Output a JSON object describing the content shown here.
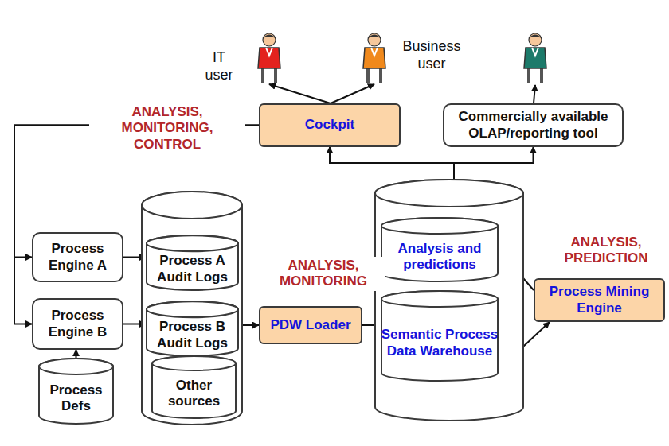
{
  "diagram": {
    "nodes": [
      {
        "text": [
          "IT user"
        ]
      },
      {
        "text": [
          "Business user"
        ]
      },
      {
        "text": [
          "Cockpit"
        ]
      },
      {
        "text": [
          "Commercially available OLAP/reporting tool"
        ]
      },
      {
        "text": [
          "Process Engine A"
        ]
      },
      {
        "text": [
          "Process Engine B"
        ]
      },
      {
        "text": [
          "Process Defs"
        ]
      },
      {
        "text": []
      },
      {
        "text": [
          "Process A Audit Logs"
        ],
        "in": 7
      },
      {
        "text": [
          "Process B Audit Logs"
        ],
        "in": 7
      },
      {
        "text": [
          "Other sources"
        ],
        "in": 7
      },
      {
        "text": [
          "PDW Loader"
        ]
      },
      {
        "text": []
      },
      {
        "text": [
          "Analysis and predictions"
        ],
        "in": 12
      },
      {
        "text": [
          "Semantic Process Data Warehouse"
        ],
        "in": 12
      },
      {
        "text": [
          "Process Mining Engine"
        ]
      }
    ],
    "edges": [
      {
        "from": 2,
        "to": 0,
        "arrow": "to"
      },
      {
        "from": 2,
        "to": 1,
        "arrow": "to"
      },
      {
        "from": 12,
        "to": 2,
        "arrow": "to"
      },
      {
        "from": 12,
        "to": 3,
        "arrow": "to"
      },
      {
        "from": 2,
        "to": 4,
        "arrow": "to"
      },
      {
        "from": 2,
        "to": 5,
        "arrow": "to"
      },
      {
        "from": 4,
        "to": 8,
        "arrow": "to"
      },
      {
        "from": 5,
        "to": 9,
        "arrow": "to"
      },
      {
        "from": 6,
        "to": 5,
        "arrow": "to"
      },
      {
        "from": 7,
        "to": 11,
        "arrow": "to"
      },
      {
        "from": 11,
        "to": 14,
        "arrow": "to"
      },
      {
        "from": 15,
        "to": 13,
        "arrow": "to"
      },
      {
        "from": 14,
        "to": 15,
        "arrow": "to"
      }
    ],
    "labels": [
      "ANALYSIS, MONITORING, CONTROL",
      "ANALYSIS, MONITORING",
      "ANALYSIS, PREDICTION"
    ]
  }
}
